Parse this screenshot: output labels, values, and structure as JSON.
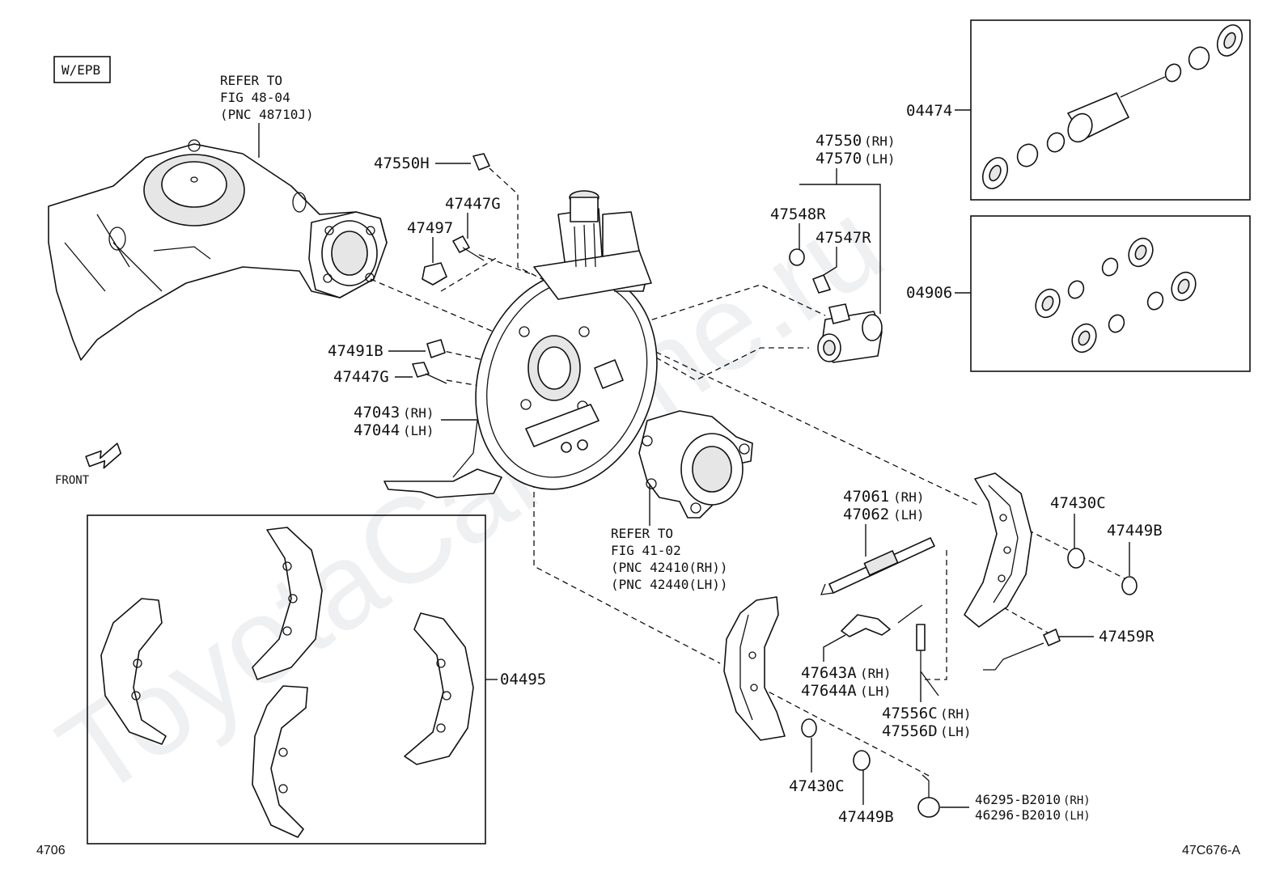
{
  "badge": "W/EPB",
  "front_label": "FRONT",
  "watermark": "ToyotaCarMine.ru",
  "page_code_left": "4706",
  "page_code_right": "47C676-A",
  "refer_axle": [
    "REFER TO",
    "FIG 48-04",
    "(PNC 48710J)"
  ],
  "refer_hub": [
    "REFER TO",
    "FIG 41-02",
    "(PNC 42410(RH))",
    "(PNC 42440(LH))"
  ],
  "part_numbers": {
    "p47550H": "47550H",
    "p47447G_top": "47447G",
    "p47497": "47497",
    "p47491B": "47491B",
    "p47447G_mid": "47447G",
    "p47043": "47043",
    "p47044": "47044",
    "p47550": "47550",
    "p47570": "47570",
    "p47548R": "47548R",
    "p47547R": "47547R",
    "p04474": "04474",
    "p04906": "04906",
    "p47061": "47061",
    "p47062": "47062",
    "p47430C_right": "47430C",
    "p47449B_right": "47449B",
    "p47459R": "47459R",
    "p47643A": "47643A",
    "p47644A": "47644A",
    "p47556C": "47556C",
    "p47556D": "47556D",
    "p47430C_bottom": "47430C",
    "p47449B_bottom": "47449B",
    "p46295": "46295-B2010",
    "p46296": "46296-B2010",
    "p04495": "04495"
  },
  "side": {
    "rh": "(RH)",
    "lh": "(LH)"
  }
}
